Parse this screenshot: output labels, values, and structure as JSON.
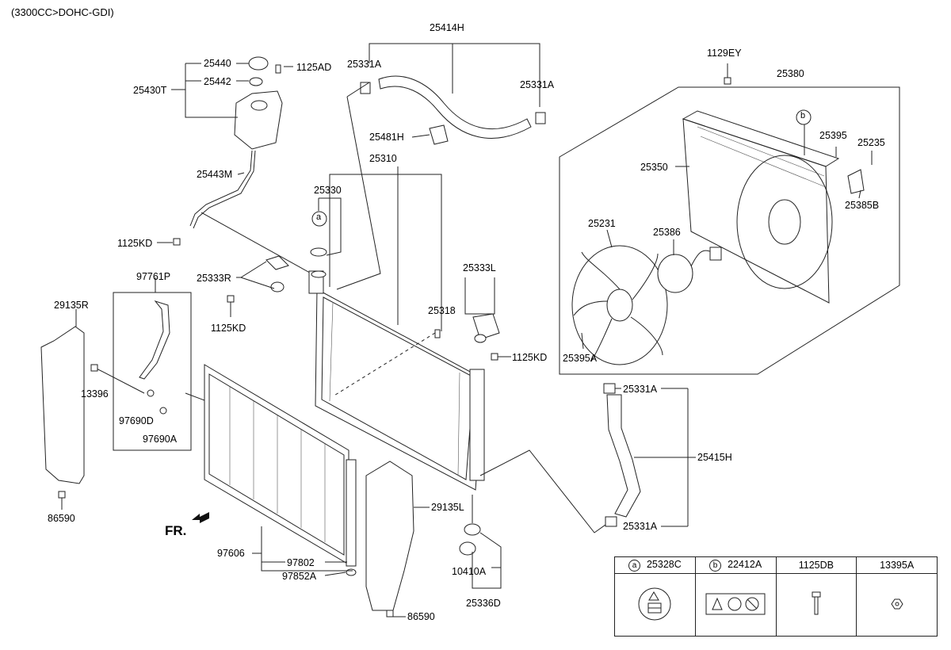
{
  "header": {
    "variant": "(3300CC>DOHC-GDI)"
  },
  "front_marker": "FR.",
  "labels": {
    "p25414H": "25414H",
    "p25331A_1": "25331A",
    "p25331A_2": "25331A",
    "p25331A_3": "25331A",
    "p25331A_4": "25331A",
    "p25440": "25440",
    "p1125AD": "1125AD",
    "p25442": "25442",
    "p25430T": "25430T",
    "p25481H": "25481H",
    "p25310": "25310",
    "p25330": "25330",
    "p25443M": "25443M",
    "p1125KD_1": "1125KD",
    "p1125KD_2": "1125KD",
    "p1125KD_3": "1125KD",
    "p97761P": "97761P",
    "p25333R": "25333R",
    "p25333L": "25333L",
    "p25318": "25318",
    "p29135R": "29135R",
    "p13396": "13396",
    "p97690D": "97690D",
    "p97690A": "97690A",
    "p86590_1": "86590",
    "p86590_2": "86590",
    "p29135L": "29135L",
    "p97606": "97606",
    "p97802": "97802",
    "p97852A": "97852A",
    "p10410A": "10410A",
    "p25336D": "25336D",
    "p25415H": "25415H",
    "p1129EY": "1129EY",
    "p25380": "25380",
    "p25395": "25395",
    "p25235": "25235",
    "p25350": "25350",
    "p25385B": "25385B",
    "p25231": "25231",
    "p25386": "25386",
    "p25395A": "25395A",
    "callout_a": "a",
    "callout_b": "b"
  },
  "legend": {
    "columns": [
      {
        "marker": "a",
        "code": "25328C"
      },
      {
        "marker": "b",
        "code": "22412A"
      },
      {
        "marker": "",
        "code": "1125DB"
      },
      {
        "marker": "",
        "code": "13395A"
      }
    ]
  }
}
